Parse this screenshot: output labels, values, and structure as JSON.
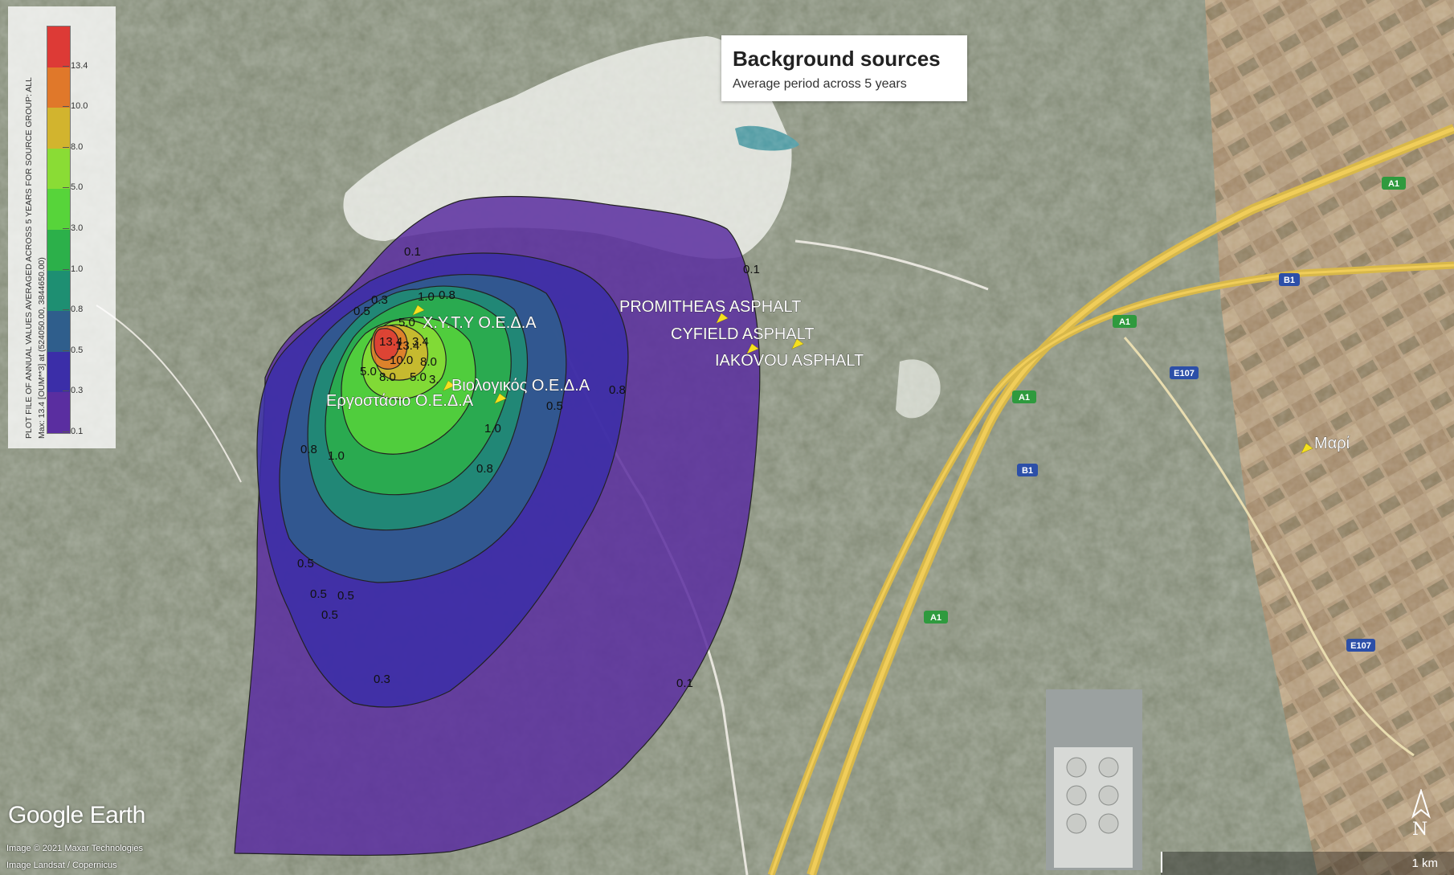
{
  "info": {
    "title": "Background sources",
    "subtitle": "Average period across 5 years"
  },
  "legend": {
    "title": "PLOT FILE OF ANNUAL VALUES AVERAGED ACROSS 5 YEARS FOR SOURCE GROUP: ALL",
    "max_line": "Max: 13.4 [OUM**3] at (524050.00, 3844650.00)",
    "levels": [
      "0.1",
      "0.3",
      "0.5",
      "0.8",
      "1.0",
      "3.0",
      "5.0",
      "8.0",
      "10.0",
      "13.4"
    ],
    "colors": [
      "#5a2ea0",
      "#3b2ea8",
      "#2f5e8c",
      "#1e8f72",
      "#2cb04a",
      "#57d43a",
      "#8adc35",
      "#d2b42e",
      "#e0782a",
      "#dd3a36"
    ]
  },
  "markers": [
    {
      "label": "Χ.Υ.Τ.Υ Ο.Ε.Δ.Α"
    },
    {
      "label": "Βιολογικός Ο.Ε.Δ.Α"
    },
    {
      "label": "Εργοστάσιο Ο.Ε.Δ.Α"
    },
    {
      "label": "PROMITHEAS ASPHALT"
    },
    {
      "label": "CYFIELD ASPHALT"
    },
    {
      "label": "IAKOVOU ASPHALT"
    },
    {
      "label": "Μαρί"
    }
  ],
  "contour_labels": [
    "0.1",
    "0.1",
    "0.1",
    "0.3",
    "0.3",
    "0.5",
    "0.5",
    "0.5",
    "0.5",
    "0.5",
    "0.5",
    "0.8",
    "0.8",
    "0.8",
    "1.0",
    "1.0",
    "1.0",
    "0.8",
    "5.0",
    "13.4",
    "13.4",
    "10.0",
    "8.0",
    "5.0",
    "8.0",
    "5.0",
    "3.",
    "3.4"
  ],
  "roads": [
    "A1",
    "A1",
    "A1",
    "A1",
    "B1",
    "B1",
    "E107",
    "E107"
  ],
  "attribution": {
    "brand": "Google Earth",
    "credit1": "Image © 2021 Maxar Technologies",
    "credit2": "Image Landsat / Copernicus"
  },
  "scale": {
    "label": "1 km"
  },
  "north": {
    "label": "N"
  }
}
